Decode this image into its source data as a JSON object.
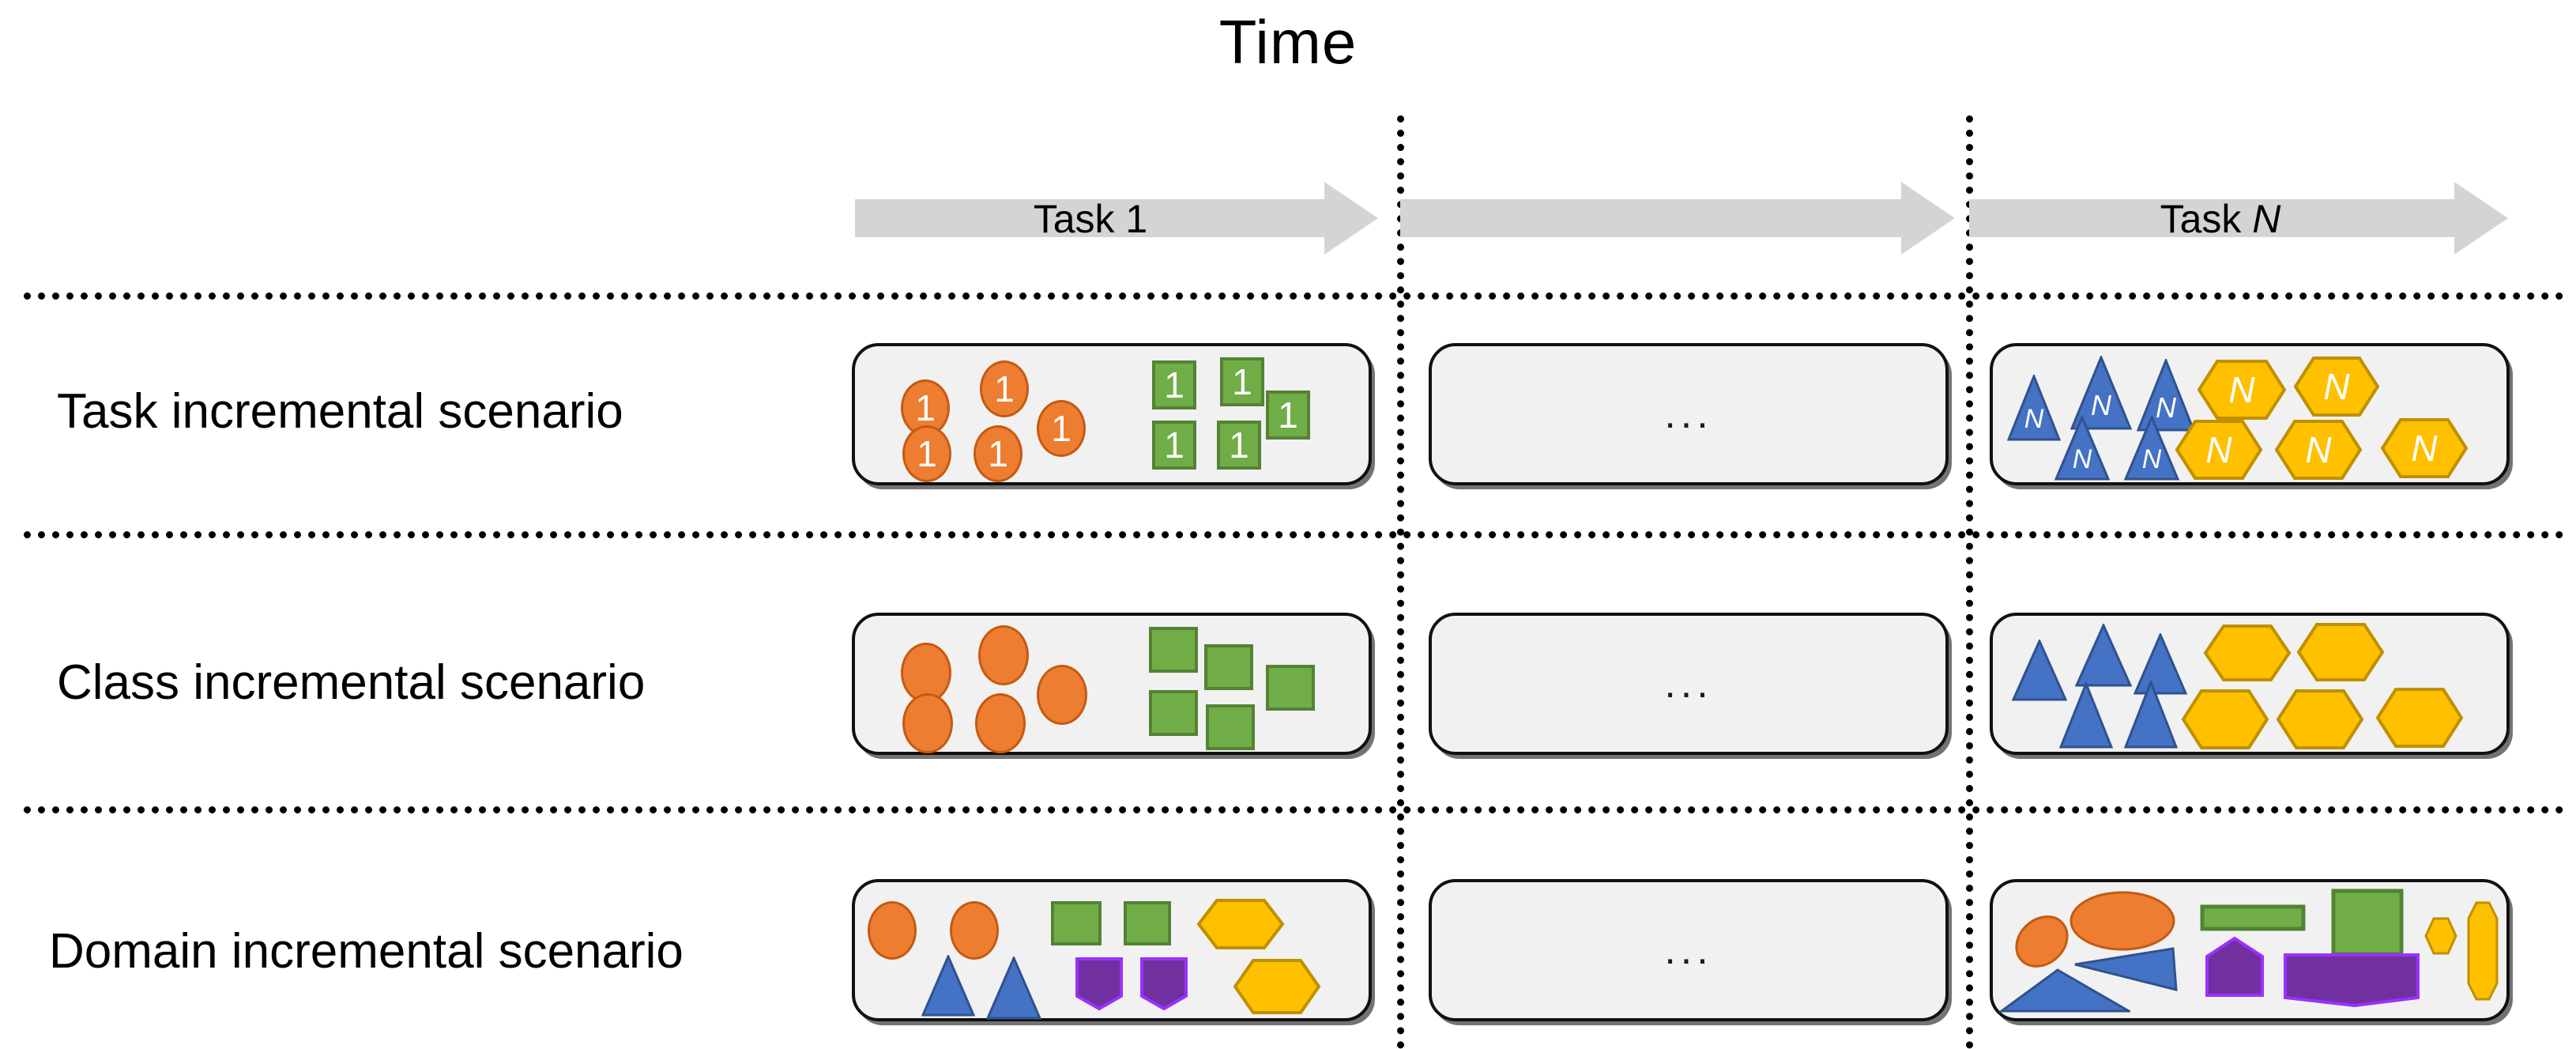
{
  "title": "Time",
  "timeline": {
    "task_first_label": "Task 1",
    "task_last_label_prefix": "Task ",
    "task_last_symbol": "N",
    "arrow_color": "#d4d4d4"
  },
  "separator": {
    "color": "#000000",
    "style": "dotted"
  },
  "panels": {
    "fill": "#f1f1f1",
    "border": "#111111",
    "ellipsis": "..."
  },
  "palette": {
    "orange": "#ED7D31",
    "orange_border": "#C55A11",
    "green": "#70AD47",
    "green_border": "#548235",
    "blue": "#4472C4",
    "blue_border": "#2F528F",
    "yellow": "#FFC000",
    "yellow_border": "#BF9000",
    "purple": "#7030A0",
    "purple_border": "#9B30FF"
  },
  "rows": [
    {
      "label": "Task incremental scenario",
      "first_glyphs": "1",
      "last_glyphs": "N",
      "middle": "..."
    },
    {
      "label": "Class incremental scenario",
      "first_glyphs": "",
      "last_glyphs": "",
      "middle": "..."
    },
    {
      "label": "Domain incremental scenario",
      "first_glyphs": "",
      "last_glyphs": "",
      "middle": "..."
    }
  ],
  "glyph_one": "1",
  "glyph_n": "N"
}
